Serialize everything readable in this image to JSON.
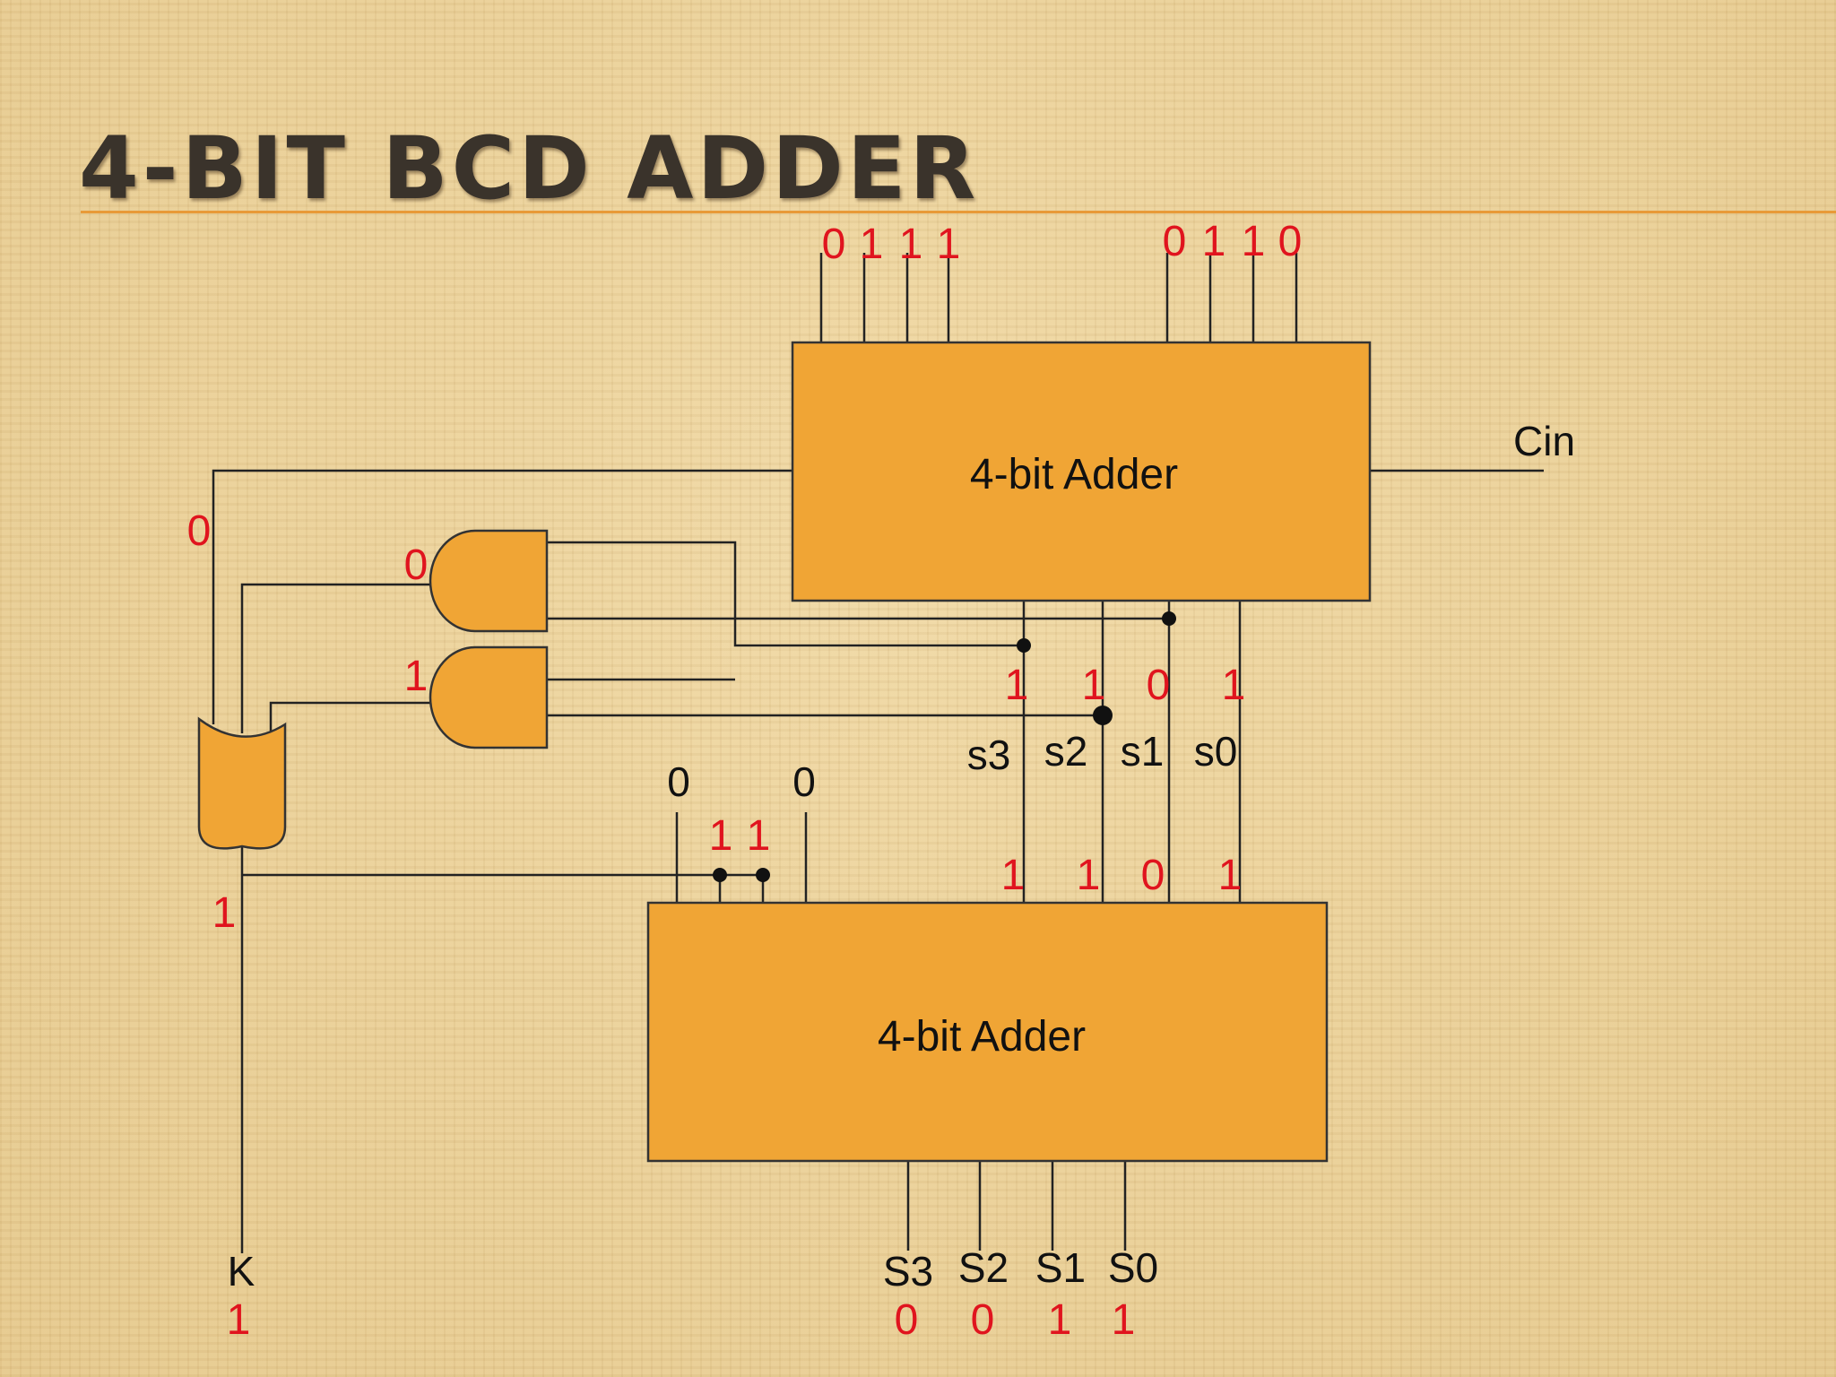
{
  "title": "4-BIT BCD ADDER",
  "colors": {
    "block_fill": "#f0a535",
    "bit_value": "#e0141e",
    "title_rule": "#e89a38"
  },
  "top_adder": {
    "label": "4-bit Adder",
    "input_a": [
      "0",
      "1",
      "1",
      "1"
    ],
    "input_b": [
      "0",
      "1",
      "1",
      "0"
    ],
    "carry_in_label": "Cin",
    "carry_out_bit": "0"
  },
  "and_gates": {
    "upper_output_bit": "0",
    "lower_output_bit": "1"
  },
  "intermediate_sum": {
    "labels": [
      "s3",
      "s2",
      "s1",
      "s0"
    ],
    "bits_upper": [
      "1",
      "1",
      "0",
      "1"
    ],
    "bits_lower": [
      "1",
      "1",
      "0",
      "1"
    ]
  },
  "correction_inputs": [
    "0",
    "1",
    "1",
    "0"
  ],
  "or_gate_output_bit": "1",
  "bottom_adder": {
    "label": "4-bit Adder"
  },
  "outputs": {
    "labels": [
      "S3",
      "S2",
      "S1",
      "S0"
    ],
    "bits": [
      "0",
      "0",
      "1",
      "1"
    ],
    "carry_label": "K",
    "carry_bit": "1"
  }
}
